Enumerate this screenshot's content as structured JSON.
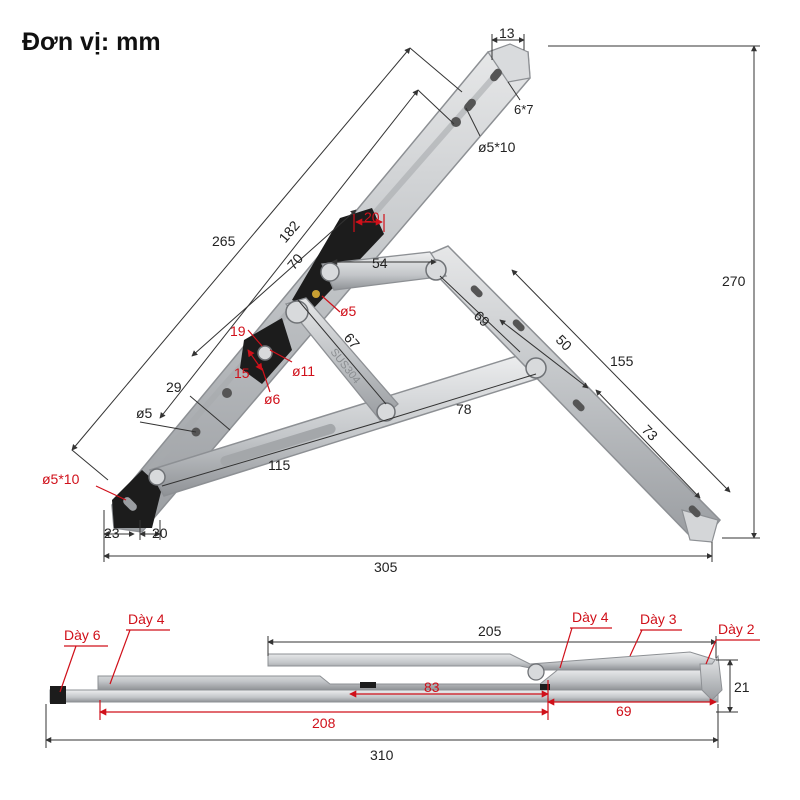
{
  "unit_title": "Đơn vị: mm",
  "top_view": {
    "dims": {
      "d13": "13",
      "d6x7": "6*7",
      "d5x10_top": "ø5*10",
      "d265": "265",
      "d182": "182",
      "d70": "70",
      "d20_red": "20",
      "d54": "54",
      "d5_red": "ø5",
      "d19": "19",
      "d15": "15",
      "d11": "ø11",
      "d6": "ø6",
      "d67": "67",
      "d69": "69",
      "d50": "50",
      "d155": "155",
      "d29": "29",
      "d5": "ø5",
      "d78": "78",
      "d73": "73",
      "d115": "115",
      "d5x10_red": "ø5*10",
      "d23": "23",
      "d20": "20",
      "d270": "270",
      "d305": "305"
    },
    "engraving": "SUS304"
  },
  "side_view": {
    "dims": {
      "d205": "205",
      "d21": "21",
      "d83": "83",
      "d208": "208",
      "d69": "69",
      "d310": "310"
    },
    "thickness_labels": {
      "t6": "Dày 6",
      "t4_left": "Dày 4",
      "t4_right": "Dày 4",
      "t3": "Dày 3",
      "t2": "Dày 2"
    }
  },
  "colors": {
    "steel": "#c8cacc",
    "steel_dark": "#8d9094",
    "black_part": "#1c1c1c",
    "accent_red": "#d0101a",
    "dim_line": "#333333"
  }
}
